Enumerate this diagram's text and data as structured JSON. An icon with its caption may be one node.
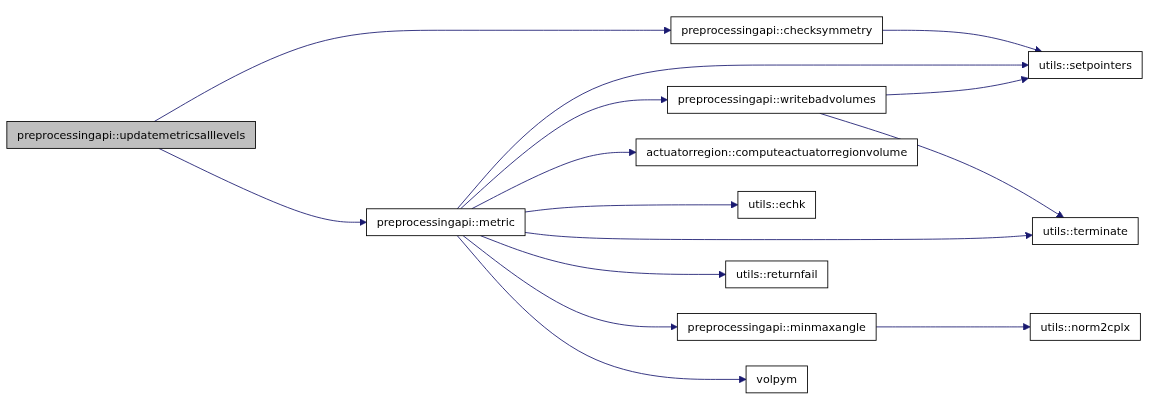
{
  "diagram": {
    "nodes": [
      {
        "text": [
          "preprocessingapi::updatemetricsalllevels"
        ]
      },
      {
        "text": [
          "preprocessingapi::checksymmetry"
        ]
      },
      {
        "text": [
          "preprocessingapi::metric"
        ]
      },
      {
        "text": [
          "utils::setpointers"
        ]
      },
      {
        "text": [
          "preprocessingapi::writebadvolumes"
        ]
      },
      {
        "text": [
          "actuatorregion::computeactuatorregionvolume"
        ]
      },
      {
        "text": [
          "utils::echk"
        ]
      },
      {
        "text": [
          "utils::terminate"
        ]
      },
      {
        "text": [
          "utils::returnfail"
        ]
      },
      {
        "text": [
          "preprocessingapi::minmaxangle"
        ]
      },
      {
        "text": [
          "volpym"
        ]
      },
      {
        "text": [
          "utils::norm2cplx"
        ]
      }
    ],
    "edges": [
      {
        "from": 0,
        "to": 1,
        "arrow": "to"
      },
      {
        "from": 0,
        "to": 2,
        "arrow": "to"
      },
      {
        "from": 1,
        "to": 3,
        "arrow": "to"
      },
      {
        "from": 2,
        "to": 3,
        "arrow": "to"
      },
      {
        "from": 2,
        "to": 4,
        "arrow": "to"
      },
      {
        "from": 2,
        "to": 5,
        "arrow": "to"
      },
      {
        "from": 2,
        "to": 6,
        "arrow": "to"
      },
      {
        "from": 2,
        "to": 7,
        "arrow": "to"
      },
      {
        "from": 2,
        "to": 8,
        "arrow": "to"
      },
      {
        "from": 2,
        "to": 9,
        "arrow": "to"
      },
      {
        "from": 2,
        "to": 10,
        "arrow": "to"
      },
      {
        "from": 4,
        "to": 3,
        "arrow": "to"
      },
      {
        "from": 4,
        "to": 7,
        "arrow": "to"
      },
      {
        "from": 9,
        "to": 11,
        "arrow": "to"
      }
    ]
  }
}
